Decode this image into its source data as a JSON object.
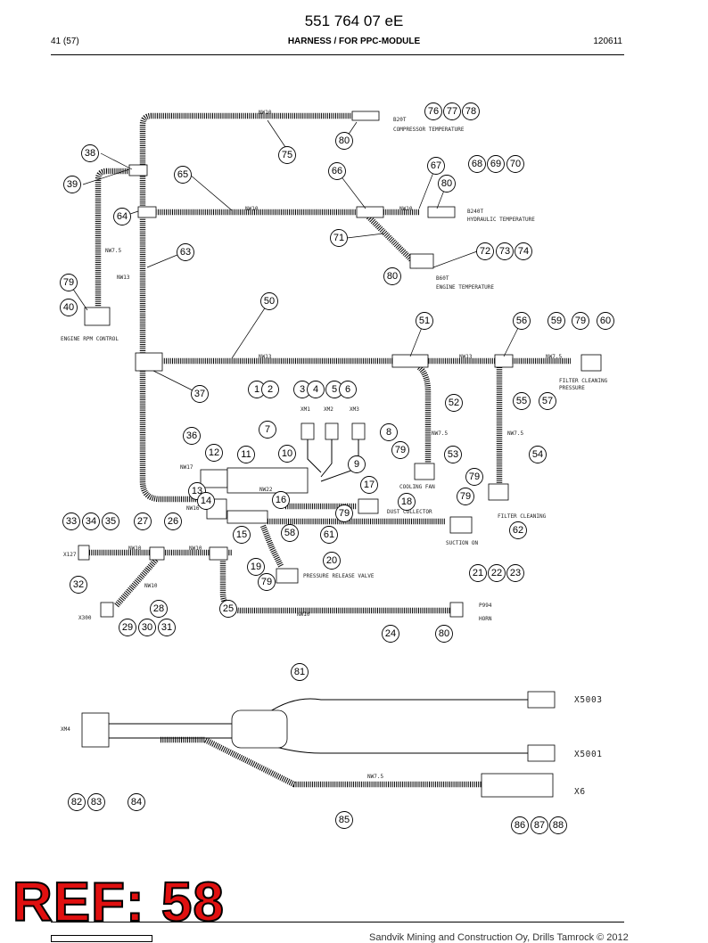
{
  "header": {
    "doc_code": "551 764 07 eE",
    "page": "41 (57)",
    "title": "HARNESS / FOR PPC-MODULE",
    "date": "120611"
  },
  "labels": {
    "b20f": "B20T",
    "compressor_temp": "COMPRESSOR TEMPERATURE",
    "b240t": "B240T",
    "hydraulic_temp": "HYDRAULIC TEMPERATURE",
    "b60t": "B60T",
    "engine_temp": "ENGINE TEMPERATURE",
    "engine_rpm": "ENGINE RPM CONTROL",
    "filter_press": "FILTER CLEANING",
    "filter_press2": "PRESSURE",
    "cooling_fan": "COOLING FAN",
    "dust_collector": "DUST COLLECTOR",
    "filter_cleaning": "FILTER CLEANING",
    "suction_on": "SUCTION ON",
    "pressure_release": "PRESSURE RELEASE VALVE",
    "p994": "P994",
    "horn": "HORN",
    "x127": "X127",
    "x300": "X300",
    "xm1": "XM1",
    "xm2": "XM2",
    "xm3": "XM3",
    "xm4": "XM4",
    "x5003": "X5003",
    "x5001": "X5001",
    "x6": "X6",
    "nw10": "NW10",
    "nw13": "NW13",
    "nw75": "NW7.5",
    "nw17": "NW17",
    "nw22": "NW22",
    "nw16": "NW16"
  },
  "callouts": [
    "1",
    "2",
    "3",
    "4",
    "5",
    "6",
    "7",
    "8",
    "9",
    "10",
    "11",
    "12",
    "13",
    "14",
    "15",
    "16",
    "17",
    "18",
    "19",
    "20",
    "21",
    "22",
    "23",
    "24",
    "25",
    "26",
    "27",
    "28",
    "29",
    "30",
    "31",
    "32",
    "33",
    "34",
    "35",
    "36",
    "37",
    "38",
    "39",
    "40",
    "50",
    "51",
    "52",
    "53",
    "54",
    "55",
    "56",
    "57",
    "58",
    "59",
    "60",
    "61",
    "62",
    "63",
    "64",
    "65",
    "66",
    "67",
    "68",
    "69",
    "70",
    "71",
    "72",
    "73",
    "74",
    "75",
    "76",
    "77",
    "78",
    "79",
    "80",
    "81",
    "82",
    "83",
    "84",
    "85",
    "86",
    "87",
    "88"
  ],
  "footer": {
    "ref": "REF: 58",
    "copyright": "Sandvik Mining and Construction Oy, Drills Tamrock © 2012"
  }
}
